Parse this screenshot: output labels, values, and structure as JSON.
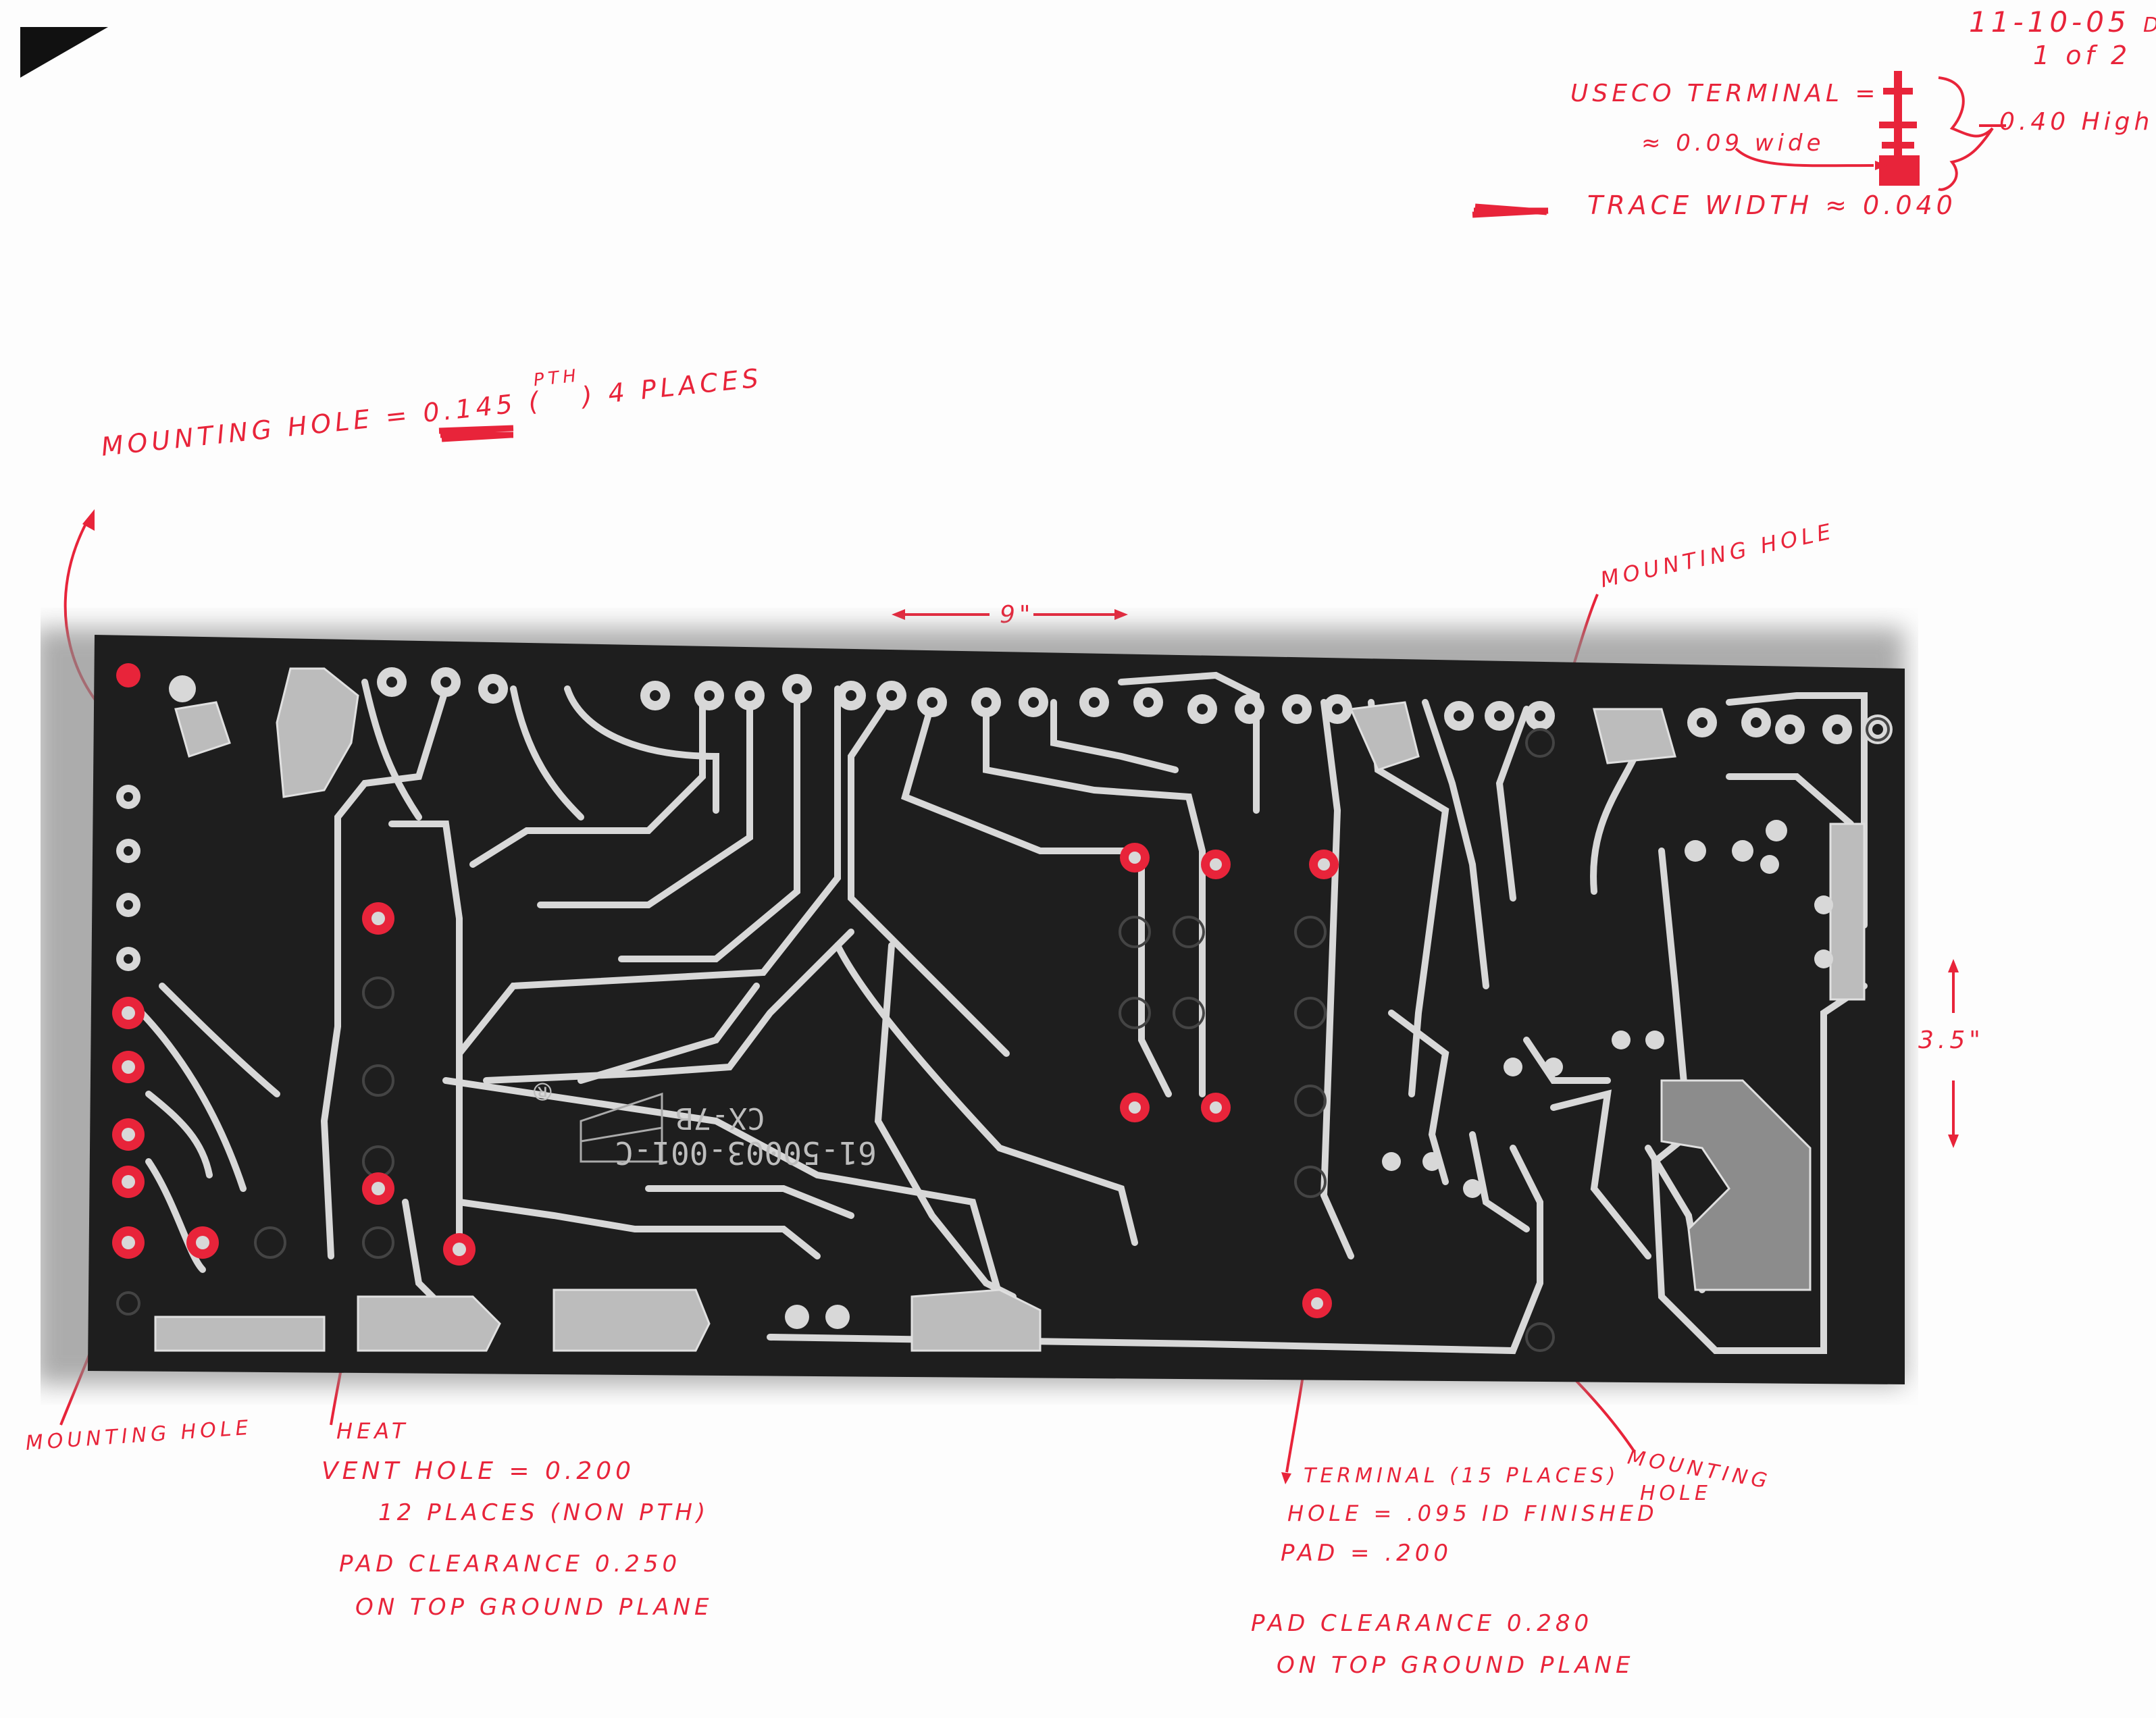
{
  "header": {
    "date": "11-10-05",
    "initials": "DB",
    "page": "1 of 2"
  },
  "terminal_callout": {
    "line1": "USECO TERMINAL =",
    "line2": "≈ 0.09 wide",
    "height": "0.40 High",
    "trace": "TRACE WIDTH ≈ 0.040"
  },
  "annotations": {
    "mounting_hole_spec": "MOUNTING HOLE = 0.145 (",
    "pth": "PTH",
    "mounting_hole_places": ") 4 PLACES",
    "mounting_hole_tr": "MOUNTING HOLE",
    "width_dim": "9\"",
    "height_dim": "3.5\"",
    "mounting_hole_bl": "MOUNTING HOLE",
    "heat_vent_line1": "HEAT",
    "heat_vent_line2": "VENT HOLE = 0.200",
    "heat_vent_line3": "12 PLACES (NON PTH)",
    "pad_clearance_left_1": "PAD CLEARANCE 0.250",
    "pad_clearance_left_2": "ON TOP GROUND PLANE",
    "terminal_line1": "TERMINAL (15 PLACES)",
    "terminal_line2": "HOLE = .095 ID FINISHED",
    "terminal_pad": "PAD = .200",
    "pad_clearance_right_1": "PAD CLEARANCE 0.280",
    "pad_clearance_right_2": "ON TOP GROUND PLANE",
    "mounting_hole_br_1": "MOUNTING",
    "mounting_hole_br_2": "HOLE"
  },
  "board": {
    "part_number": "61-50003-001-C",
    "model": "CX-7B",
    "registered_mark": "®"
  },
  "colors": {
    "annotation_red": "#e8243a",
    "board": "#1e1e1e",
    "copper": "#d6d6d6"
  }
}
